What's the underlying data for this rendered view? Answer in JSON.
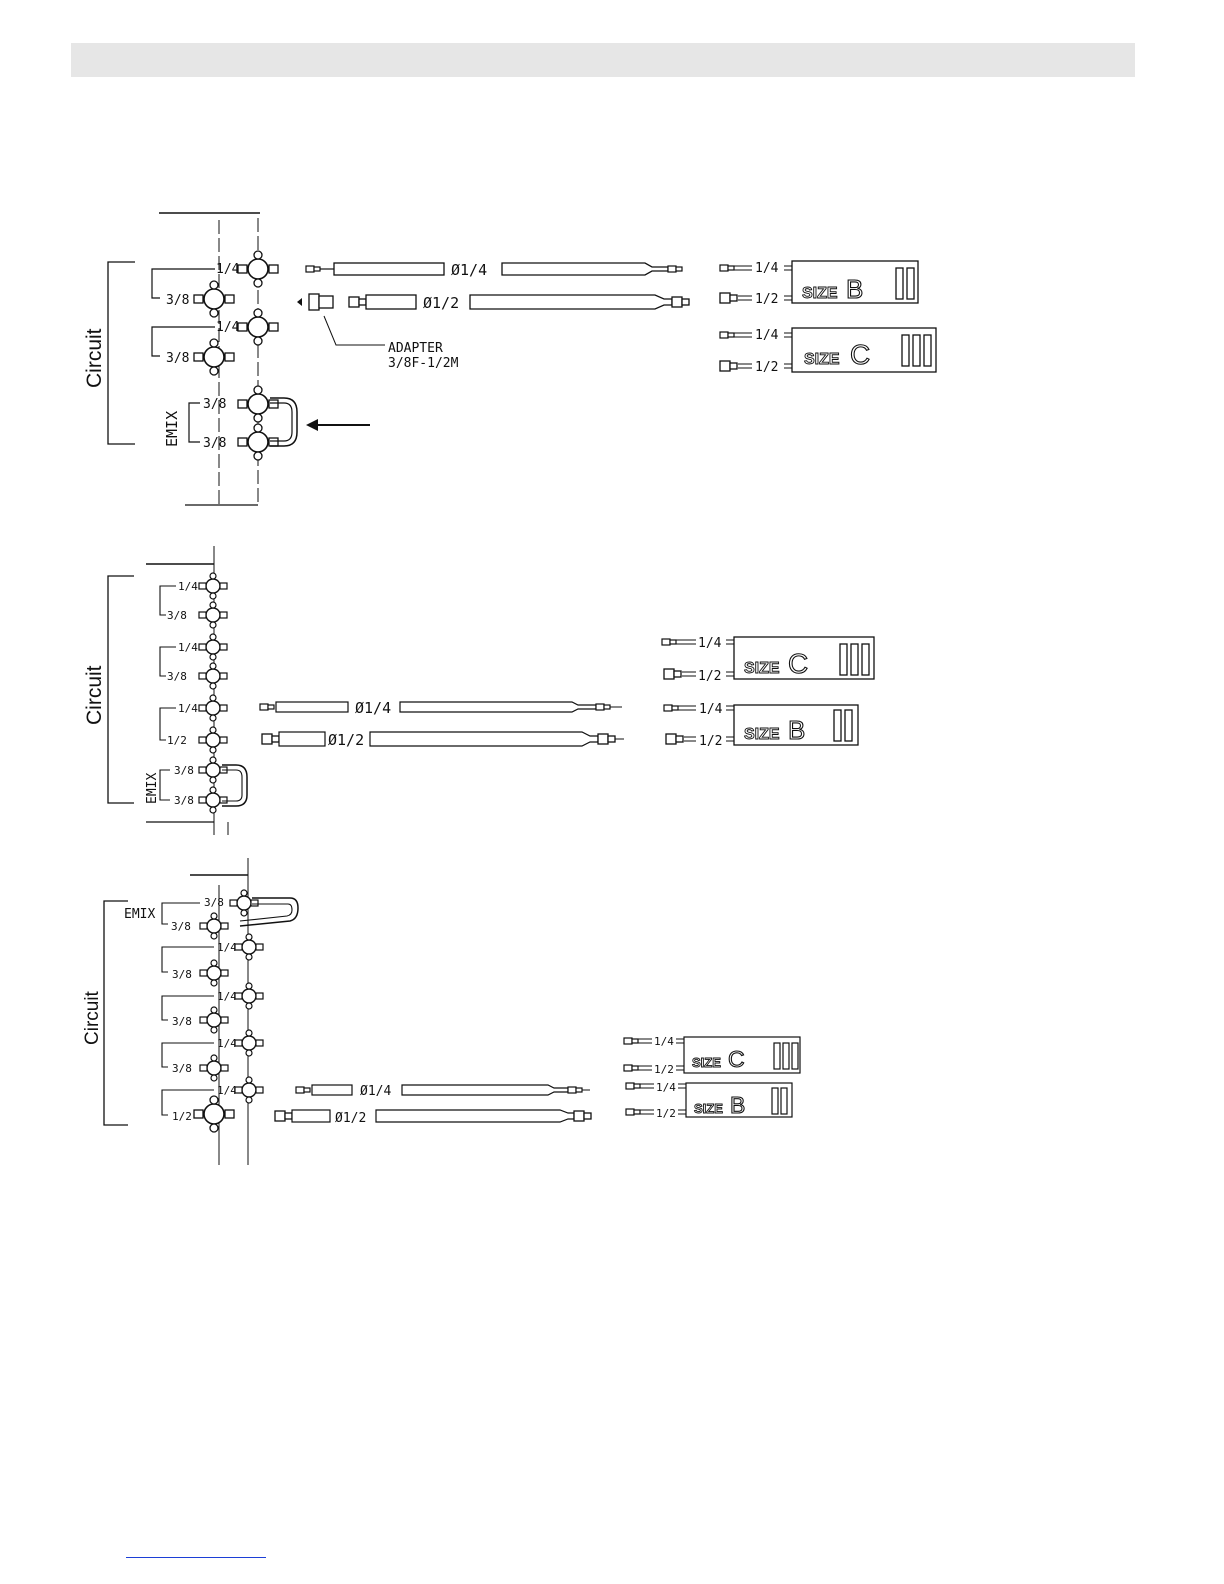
{
  "diagrams": [
    {
      "circuit_label": "Circuit",
      "valves": [
        "1/4",
        "3/8",
        "1/4",
        "3/8"
      ],
      "mix_label": "EMIX",
      "mix_valves": [
        "3/8",
        "3/8"
      ],
      "pipe_small": "Ø1/4",
      "pipe_large": "Ø1/2",
      "adapter_line1": "ADAPTER",
      "adapter_line2": "3/8F-1/2M",
      "kits": [
        {
          "small": "1/4",
          "large": "1/2",
          "size_word": "SIZE",
          "size_letter": "B",
          "roman": "II"
        },
        {
          "small": "1/4",
          "large": "1/2",
          "size_word": "SIZE",
          "size_letter": "C",
          "roman": "III"
        }
      ]
    },
    {
      "circuit_label": "Circuit",
      "valves": [
        "1/4",
        "3/8",
        "1/4",
        "3/8",
        "1/4",
        "1/2"
      ],
      "mix_label": "EMIX",
      "mix_valves": [
        "3/8",
        "3/8"
      ],
      "pipe_small": "Ø1/4",
      "pipe_large": "Ø1/2",
      "kits": [
        {
          "small": "1/4",
          "large": "1/2",
          "size_word": "SIZE",
          "size_letter": "C",
          "roman": "III"
        },
        {
          "small": "1/4",
          "large": "1/2",
          "size_word": "SIZE",
          "size_letter": "B",
          "roman": "II"
        }
      ]
    },
    {
      "circuit_label": "Circuit",
      "mix_label": "EMIX",
      "mix_valves": [
        "3/8",
        "3/8"
      ],
      "valves": [
        "1/4",
        "3/8",
        "1/4",
        "3/8",
        "1/4",
        "3/8",
        "1/4",
        "1/2"
      ],
      "pipe_small": "Ø1/4",
      "pipe_large": "Ø1/2",
      "kits": [
        {
          "small": "1/4",
          "large": "1/2",
          "size_word": "SIZE",
          "size_letter": "C",
          "roman": "III"
        },
        {
          "small": "1/4",
          "large": "1/2",
          "size_word": "SIZE",
          "size_letter": "B",
          "roman": "II"
        }
      ]
    }
  ]
}
